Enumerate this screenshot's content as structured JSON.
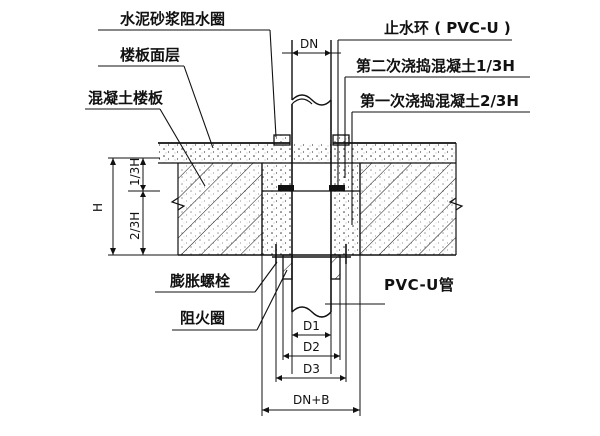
{
  "labels": {
    "waterstop_mortar_ring": "水泥砂浆阻水圈",
    "floor_surface": "楼板面层",
    "concrete_slab": "混凝土楼板",
    "waterstop_ring": "止水环 ( PVC-U )",
    "second_pour": "第二次浇捣混凝土1/3H",
    "first_pour": "第一次浇捣混凝土2/3H",
    "expansion_bolt": "膨胀螺栓",
    "fire_ring": "阻火圈",
    "pvc_pipe": "PVC-U管"
  },
  "dimensions": {
    "dn_top": "DN",
    "h": "H",
    "one_third_h": "1/3H",
    "two_third_h": "2/3H",
    "d1": "D1",
    "d2": "D2",
    "d3": "D3",
    "dn_b": "DN+B"
  }
}
